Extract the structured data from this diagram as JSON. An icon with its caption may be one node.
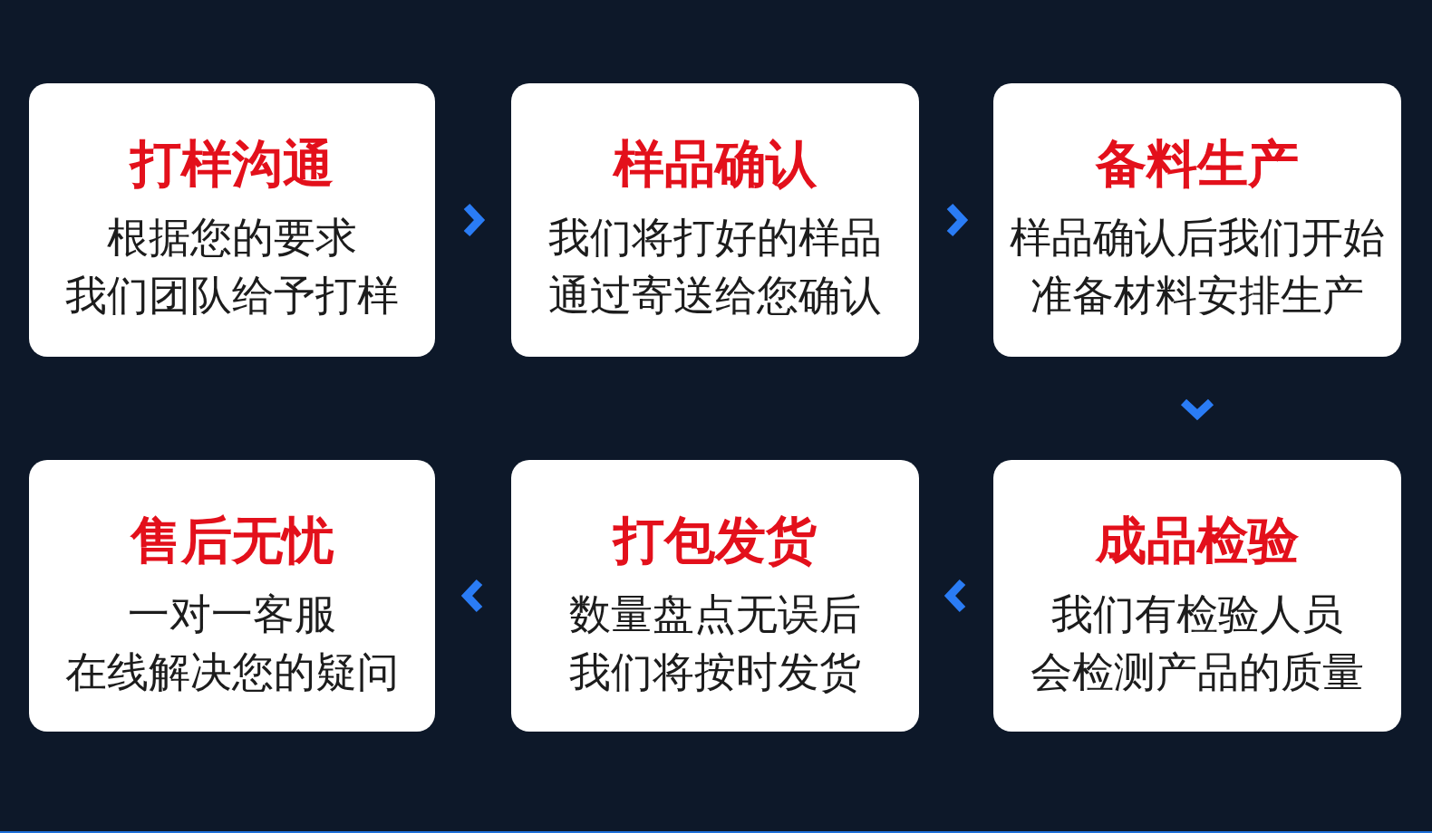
{
  "diagram": {
    "nodes": [
      {
        "text": [
          "打样沟通",
          "根据您的要求我们团队给予打样"
        ]
      },
      {
        "text": [
          "样品确认",
          "我们将打好的样品通过寄送给您确认"
        ]
      },
      {
        "text": [
          "备料生产",
          "样品确认后我们开始准备材料安排生产"
        ]
      },
      {
        "text": [
          "成品检验",
          "我们有检验人员会检测产品的质量"
        ]
      },
      {
        "text": [
          "打包发货",
          "数量盘点无误后我们将按时发货"
        ]
      },
      {
        "text": [
          "售后无忧",
          "一对一客服在线解决您的疑问"
        ]
      }
    ],
    "edges": [
      {
        "from": 0,
        "to": 1,
        "arrow": "to"
      },
      {
        "from": 1,
        "to": 2,
        "arrow": "to"
      },
      {
        "from": 2,
        "to": 3,
        "arrow": "to"
      },
      {
        "from": 3,
        "to": 4,
        "arrow": "to"
      },
      {
        "from": 4,
        "to": 5,
        "arrow": "to"
      }
    ]
  }
}
